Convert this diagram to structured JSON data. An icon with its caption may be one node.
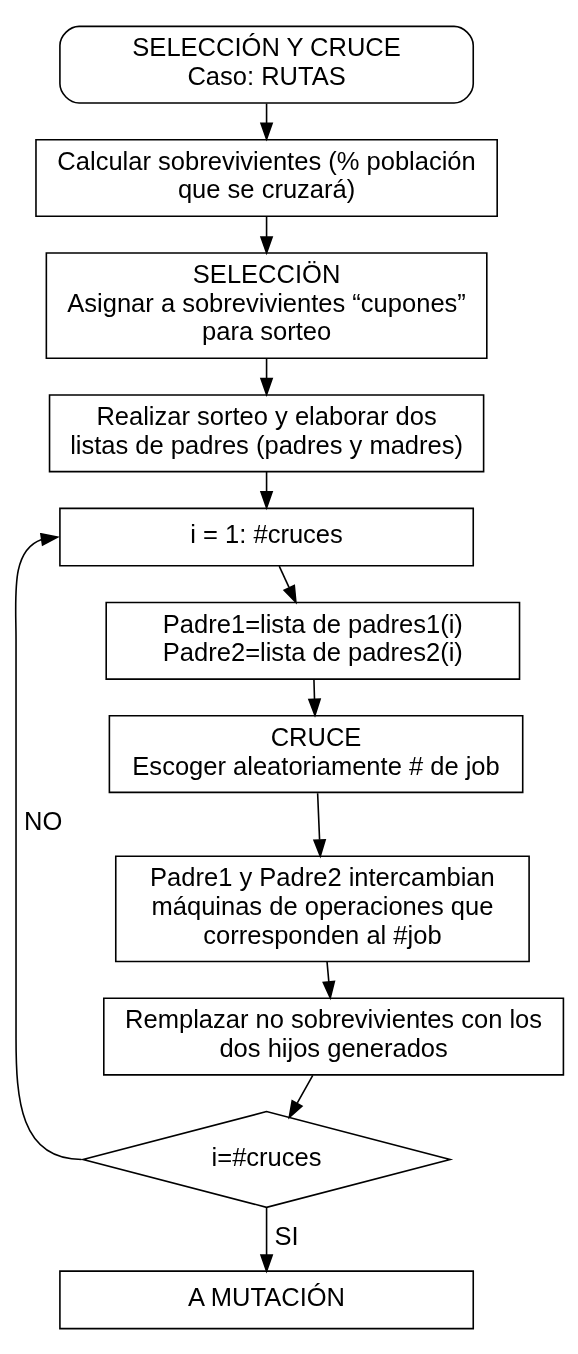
{
  "diagram": {
    "nodes": [
      {
        "text": [
          "SELECCIÓN Y CRUCE",
          "Caso: RUTAS"
        ]
      },
      {
        "text": [
          "Calcular sobrevivientes (% población que se cruzará)"
        ]
      },
      {
        "text": [
          "SELECCIÖN",
          "Asignar a sobrevivientes “cupones” para sorteo"
        ]
      },
      {
        "text": [
          "Realizar sorteo y elaborar dos listas de padres (padres y madres)"
        ]
      },
      {
        "text": [
          "i = 1: #cruces"
        ]
      },
      {
        "text": [
          "Padre1=lista de padres1(i) Padre2=lista de padres2(i)"
        ]
      },
      {
        "text": [
          "CRUCE",
          "Escoger aleatoriamente # de job"
        ]
      },
      {
        "text": [
          "Padre1 y Padre2 intercambian máquinas de operaciones que corresponden al #job"
        ]
      },
      {
        "text": [
          "Remplazar no sobrevivientes con los dos hijos generados"
        ]
      },
      {
        "text": [
          "i=#cruces"
        ]
      },
      {
        "text": [
          "A MUTACIÓN"
        ]
      }
    ],
    "edges": [
      {
        "from": 0,
        "to": 1,
        "arrow": "to"
      },
      {
        "from": 1,
        "to": 2,
        "arrow": "to"
      },
      {
        "from": 2,
        "to": 3,
        "arrow": "to"
      },
      {
        "from": 3,
        "to": 4,
        "arrow": "to"
      },
      {
        "from": 4,
        "to": 5,
        "arrow": "to"
      },
      {
        "from": 5,
        "to": 6,
        "arrow": "to"
      },
      {
        "from": 6,
        "to": 7,
        "arrow": "to"
      },
      {
        "from": 7,
        "to": 8,
        "arrow": "to"
      },
      {
        "from": 8,
        "to": 9,
        "arrow": "to"
      },
      {
        "from": 9,
        "to": 4,
        "arrow": "to",
        "label": "NO"
      },
      {
        "from": 9,
        "to": 10,
        "arrow": "to",
        "label": "SI"
      }
    ]
  }
}
